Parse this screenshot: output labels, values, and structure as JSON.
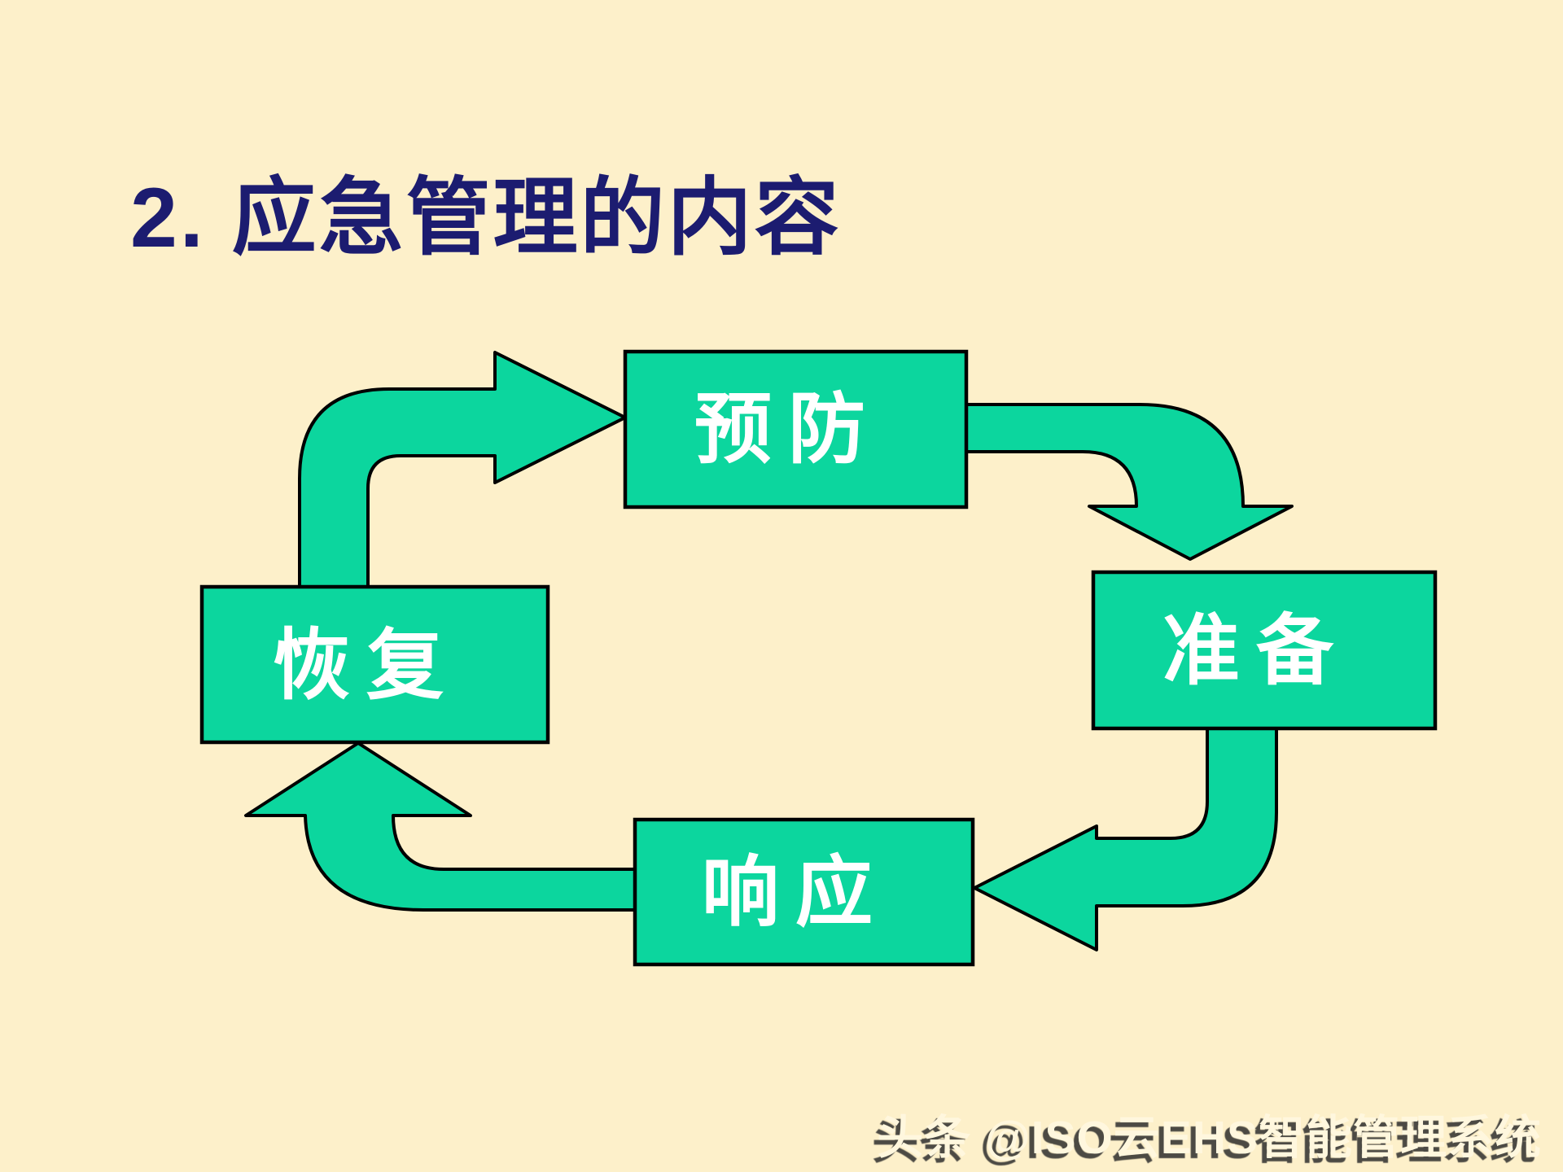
{
  "title": "2. 应急管理的内容",
  "watermark": "头条 @ISO云EHS智能管理系统",
  "colors": {
    "background": "#FDF0CA",
    "shape_green": "#0CD69E",
    "outline_black": "#000000",
    "title_navy": "#1C1C70",
    "node_text_white": "#FFFFFF"
  },
  "diagram": {
    "type": "cycle-flow",
    "nodes": [
      {
        "id": "prevention",
        "label": "预防",
        "position": "top"
      },
      {
        "id": "preparation",
        "label": "准备",
        "position": "right"
      },
      {
        "id": "response",
        "label": "响应",
        "position": "bottom"
      },
      {
        "id": "recovery",
        "label": "恢复",
        "position": "left"
      }
    ],
    "edges": [
      {
        "from": "预防",
        "to": "准备"
      },
      {
        "from": "准备",
        "to": "响应"
      },
      {
        "from": "响应",
        "to": "恢复"
      },
      {
        "from": "恢复",
        "to": "预防"
      }
    ]
  }
}
